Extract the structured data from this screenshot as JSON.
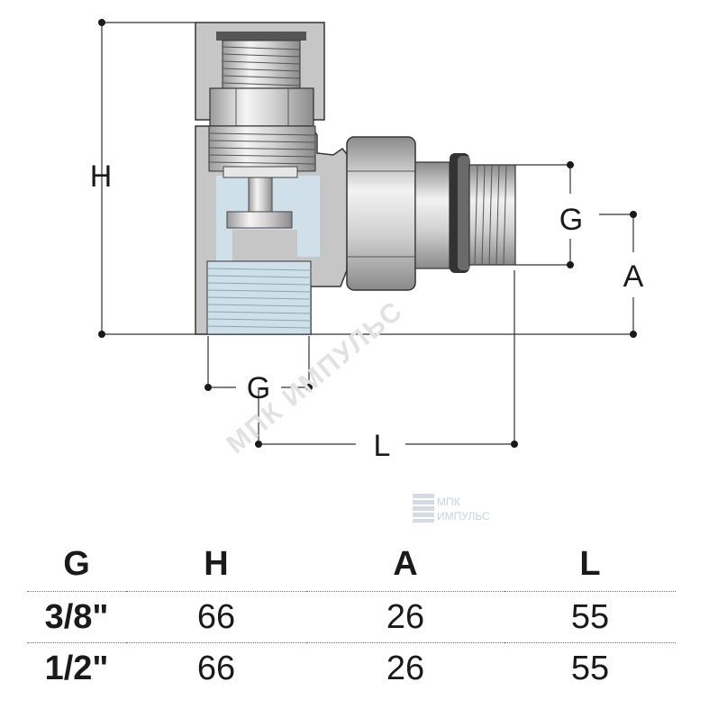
{
  "diagram": {
    "dimension_labels": {
      "height": "H",
      "outlet_thread": "G",
      "offset": "A",
      "inlet_thread": "G",
      "length": "L"
    },
    "watermark": "МПК ИМПУЛЬС",
    "logo": {
      "line1": "МПК",
      "line2": "ИМПУЛЬС"
    }
  },
  "table": {
    "headers": [
      "G",
      "H",
      "A",
      "L"
    ],
    "rows": [
      [
        "3/8\"",
        "66",
        "26",
        "55"
      ],
      [
        "1/2\"",
        "66",
        "26",
        "55"
      ]
    ]
  }
}
